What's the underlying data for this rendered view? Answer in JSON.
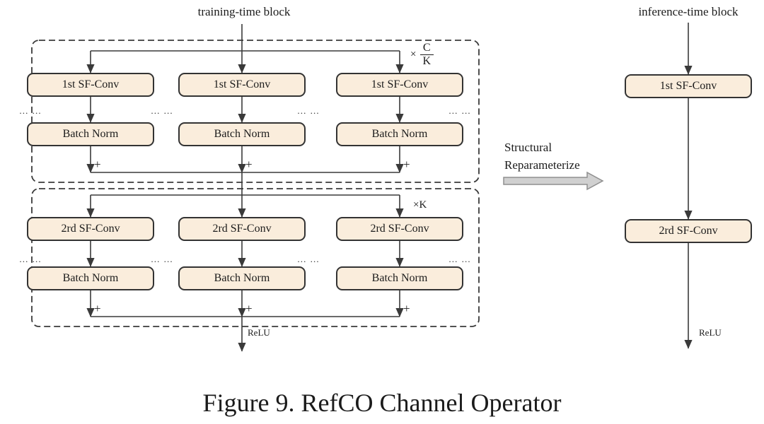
{
  "palette": {
    "box_fill": "#FAEDDC",
    "box_border": "#333333",
    "line_color": "#3A3A3A",
    "transform_arrow_fill": "#D0D0D0",
    "transform_arrow_border": "#8F8F8F",
    "text_color": "#1B1B1B"
  },
  "training": {
    "title": "training-time block",
    "stage1": {
      "conv_label": "1st SF-Conv",
      "bn_label": "Batch Norm",
      "multiplier": {
        "times": "×",
        "numerator": "C",
        "denominator": "K"
      },
      "plus": "+",
      "dots": "… …"
    },
    "stage2": {
      "conv_label": "2rd SF-Conv",
      "bn_label": "Batch Norm",
      "multiplier": "×K",
      "plus": "+",
      "dots": "… …"
    },
    "relu_label": "ReLU"
  },
  "transform_arrow": {
    "line1": "Structural",
    "line2": "Reparameterize"
  },
  "inference": {
    "title": "inference-time block",
    "conv1_label": "1st SF-Conv",
    "conv2_label": "2rd SF-Conv",
    "relu_label": "ReLU"
  },
  "caption": "Figure 9. RefCO Channel Operator"
}
